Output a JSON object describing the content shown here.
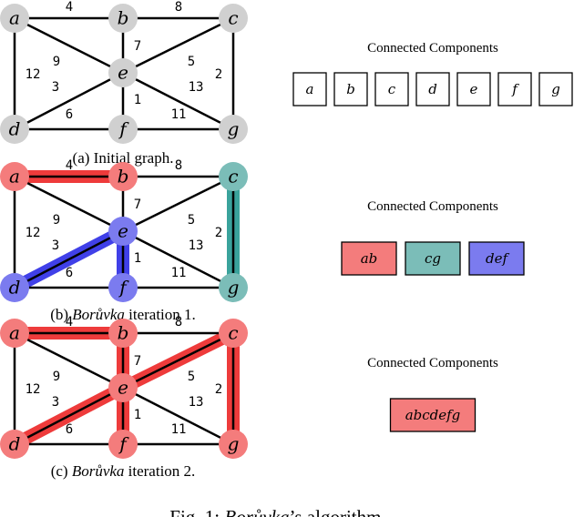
{
  "panels": [
    {
      "caption": {
        "prefix": "(a) ",
        "italic": "",
        "suffix": "Initial graph."
      },
      "node_colors": {
        "a": "#d0d0d0",
        "b": "#d0d0d0",
        "c": "#d0d0d0",
        "d": "#d0d0d0",
        "e": "#d0d0d0",
        "f": "#d0d0d0",
        "g": "#d0d0d0"
      },
      "highlights": [],
      "components_title": "Connected Components",
      "components": [
        {
          "label": "a",
          "color": "#ffffff"
        },
        {
          "label": "b",
          "color": "#ffffff"
        },
        {
          "label": "c",
          "color": "#ffffff"
        },
        {
          "label": "d",
          "color": "#ffffff"
        },
        {
          "label": "e",
          "color": "#ffffff"
        },
        {
          "label": "f",
          "color": "#ffffff"
        },
        {
          "label": "g",
          "color": "#ffffff"
        }
      ]
    },
    {
      "caption": {
        "prefix": "(b) ",
        "italic": "Borůvka",
        "suffix": " iteration 1."
      },
      "node_colors": {
        "a": "#f47c7c",
        "b": "#f47c7c",
        "c": "#7bbdb8",
        "d": "#7b7bef",
        "e": "#7b7bef",
        "f": "#7b7bef",
        "g": "#7bbdb8"
      },
      "highlights": [
        {
          "edge": "a-b",
          "color": "#ee3b3b"
        },
        {
          "edge": "c-g",
          "color": "#3aa39c"
        },
        {
          "edge": "d-e",
          "color": "#4040e8"
        },
        {
          "edge": "e-f",
          "color": "#4040e8"
        }
      ],
      "components_title": "Connected Components",
      "components": [
        {
          "label": "ab",
          "color": "#f47c7c"
        },
        {
          "label": "cg",
          "color": "#7bbdb8"
        },
        {
          "label": "def",
          "color": "#7b7bef"
        }
      ]
    },
    {
      "caption": {
        "prefix": "(c) ",
        "italic": "Borůvka",
        "suffix": " iteration 2."
      },
      "node_colors": {
        "a": "#f47c7c",
        "b": "#f47c7c",
        "c": "#f47c7c",
        "d": "#f47c7c",
        "e": "#f47c7c",
        "f": "#f47c7c",
        "g": "#f47c7c"
      },
      "highlights": [
        {
          "edge": "a-b",
          "color": "#ee3b3b"
        },
        {
          "edge": "c-g",
          "color": "#ee3b3b"
        },
        {
          "edge": "d-e",
          "color": "#ee3b3b"
        },
        {
          "edge": "e-f",
          "color": "#ee3b3b"
        },
        {
          "edge": "c-e",
          "color": "#ee3b3b"
        },
        {
          "edge": "b-e",
          "color": "#ee3b3b"
        }
      ],
      "components_title": "Connected Components",
      "components": [
        {
          "label": "abcdefg",
          "color": "#f47c7c"
        }
      ]
    }
  ],
  "graph": {
    "nodes": [
      "a",
      "b",
      "c",
      "d",
      "e",
      "f",
      "g"
    ],
    "edges": [
      {
        "id": "a-b",
        "from": "a",
        "to": "b",
        "weight": "4"
      },
      {
        "id": "b-c",
        "from": "b",
        "to": "c",
        "weight": "8"
      },
      {
        "id": "a-d",
        "from": "a",
        "to": "d",
        "weight": "12"
      },
      {
        "id": "a-e",
        "from": "a",
        "to": "e",
        "weight": "9"
      },
      {
        "id": "d-e",
        "from": "d",
        "to": "e",
        "weight": "3"
      },
      {
        "id": "b-e",
        "from": "b",
        "to": "e",
        "weight": "7"
      },
      {
        "id": "c-e",
        "from": "c",
        "to": "e",
        "weight": "5"
      },
      {
        "id": "c-g",
        "from": "c",
        "to": "g",
        "weight": "2"
      },
      {
        "id": "e-f",
        "from": "e",
        "to": "f",
        "weight": "1"
      },
      {
        "id": "e-g",
        "from": "e",
        "to": "g",
        "weight": "13"
      },
      {
        "id": "d-f",
        "from": "d",
        "to": "f",
        "weight": "6"
      },
      {
        "id": "f-g",
        "from": "f",
        "to": "g",
        "weight": "11"
      }
    ]
  },
  "figure_caption": {
    "prefix": "Fig. 1: ",
    "italic": "Borůvka",
    "suffix": "’s algorithm."
  }
}
